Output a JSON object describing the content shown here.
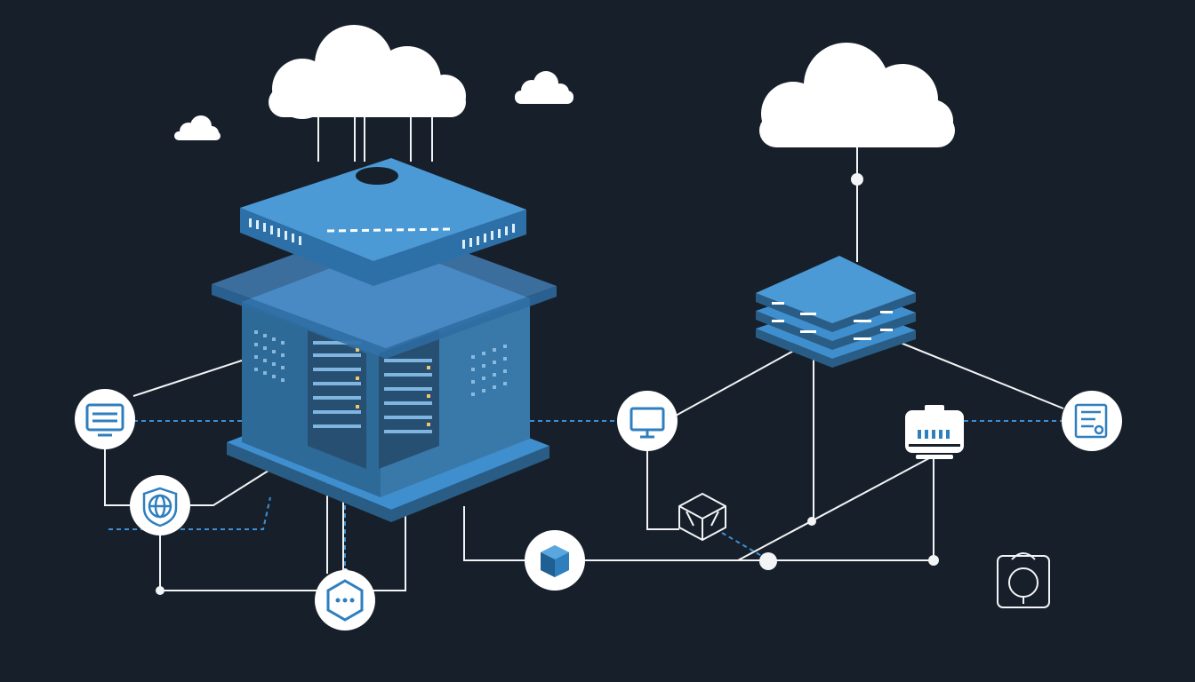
{
  "diagram": {
    "colors": {
      "background": "#17202a",
      "primary_blue": "#3f8fcf",
      "dark_blue": "#2a5d86",
      "line": "#f2f4f6",
      "dashed": "#3d8fd6",
      "cloud": "#ffffff",
      "node_icon": "#2f7fbf"
    },
    "nodes": [
      {
        "id": "cloud-left",
        "icon": "cloud-icon"
      },
      {
        "id": "cloud-right",
        "icon": "cloud-icon"
      },
      {
        "id": "datacenter",
        "icon": "server-rack-icon"
      },
      {
        "id": "switch-stack",
        "icon": "network-switch-icon"
      },
      {
        "id": "terminal",
        "icon": "terminal-icon"
      },
      {
        "id": "globe-shield",
        "icon": "globe-shield-icon"
      },
      {
        "id": "chat-hex",
        "icon": "chat-hexagon-icon"
      },
      {
        "id": "monitor",
        "icon": "monitor-icon"
      },
      {
        "id": "cube-box",
        "icon": "package-icon"
      },
      {
        "id": "cube-node",
        "icon": "cube-icon"
      },
      {
        "id": "router",
        "icon": "router-icon"
      },
      {
        "id": "document",
        "icon": "document-icon"
      },
      {
        "id": "lock-camera",
        "icon": "camera-lock-icon"
      }
    ]
  }
}
